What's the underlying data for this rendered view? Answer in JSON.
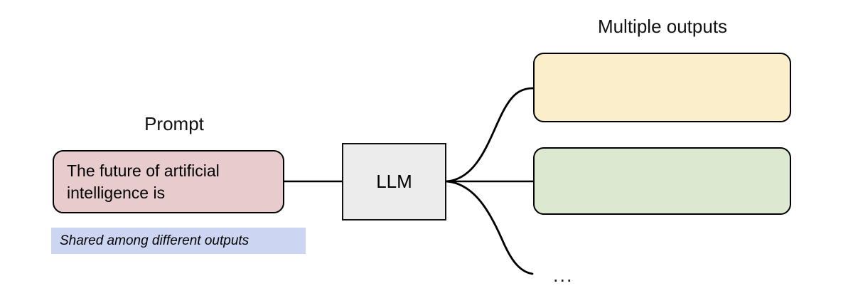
{
  "diagram": {
    "title_prompt": "Prompt",
    "title_outputs": "Multiple outputs",
    "prompt_box": {
      "text": "The future of artificial intelligence is",
      "fill": "#e8cccd"
    },
    "shared_note": {
      "text": "Shared among different outputs",
      "fill": "#ccd6f2"
    },
    "model_box": {
      "label": "LLM",
      "fill": "#ececec"
    },
    "outputs": [
      {
        "text": "",
        "fill": "#faefca"
      },
      {
        "text": "",
        "fill": "#dde8d0"
      }
    ],
    "more_outputs_indicator": "...",
    "stroke": "#000000"
  }
}
